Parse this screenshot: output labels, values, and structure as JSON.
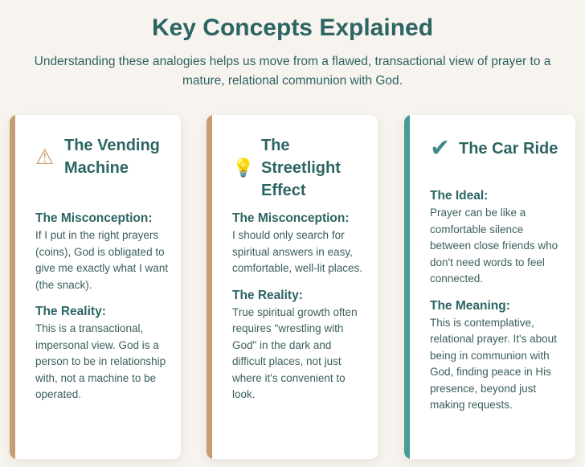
{
  "header": {
    "title": "Key Concepts Explained",
    "subtitle": "Understanding these analogies helps us move from a flawed, transactional view of prayer to a mature, relational communion with God."
  },
  "colors": {
    "tan": "#c99b72",
    "teal": "#4a9a98",
    "heading": "#2c6563",
    "background": "#f7f4ef"
  },
  "cards": [
    {
      "icon": "warning-icon",
      "glyph": "⚠",
      "title": "The Vending Machine",
      "s1_label": "The Misconception:",
      "s1_text": "If I put in the right prayers (coins), God is obligated to give me exactly what I want (the snack).",
      "s2_label": "The Reality:",
      "s2_text": "This is a transactional, impersonal view. God is a person to be in relationship with, not a machine to be operated."
    },
    {
      "icon": "lightbulb-icon",
      "glyph": "💡",
      "title": "The Streetlight Effect",
      "s1_label": "The Misconception:",
      "s1_text": "I should only search for spiritual answers in easy, comfortable, well-lit places.",
      "s2_label": "The Reality:",
      "s2_text": "True spiritual growth often requires \"wrestling with God\" in the dark and difficult places, not just where it's convenient to look."
    },
    {
      "icon": "checkmark-icon",
      "glyph": "✔",
      "title": "The Car Ride",
      "s1_label": "The Ideal:",
      "s1_text": "Prayer can be like a comfortable silence between close friends who don't need words to feel connected.",
      "s2_label": "The Meaning:",
      "s2_text": "This is contemplative, relational prayer. It's about being in communion with God, finding peace in His presence, beyond just making requests."
    }
  ]
}
